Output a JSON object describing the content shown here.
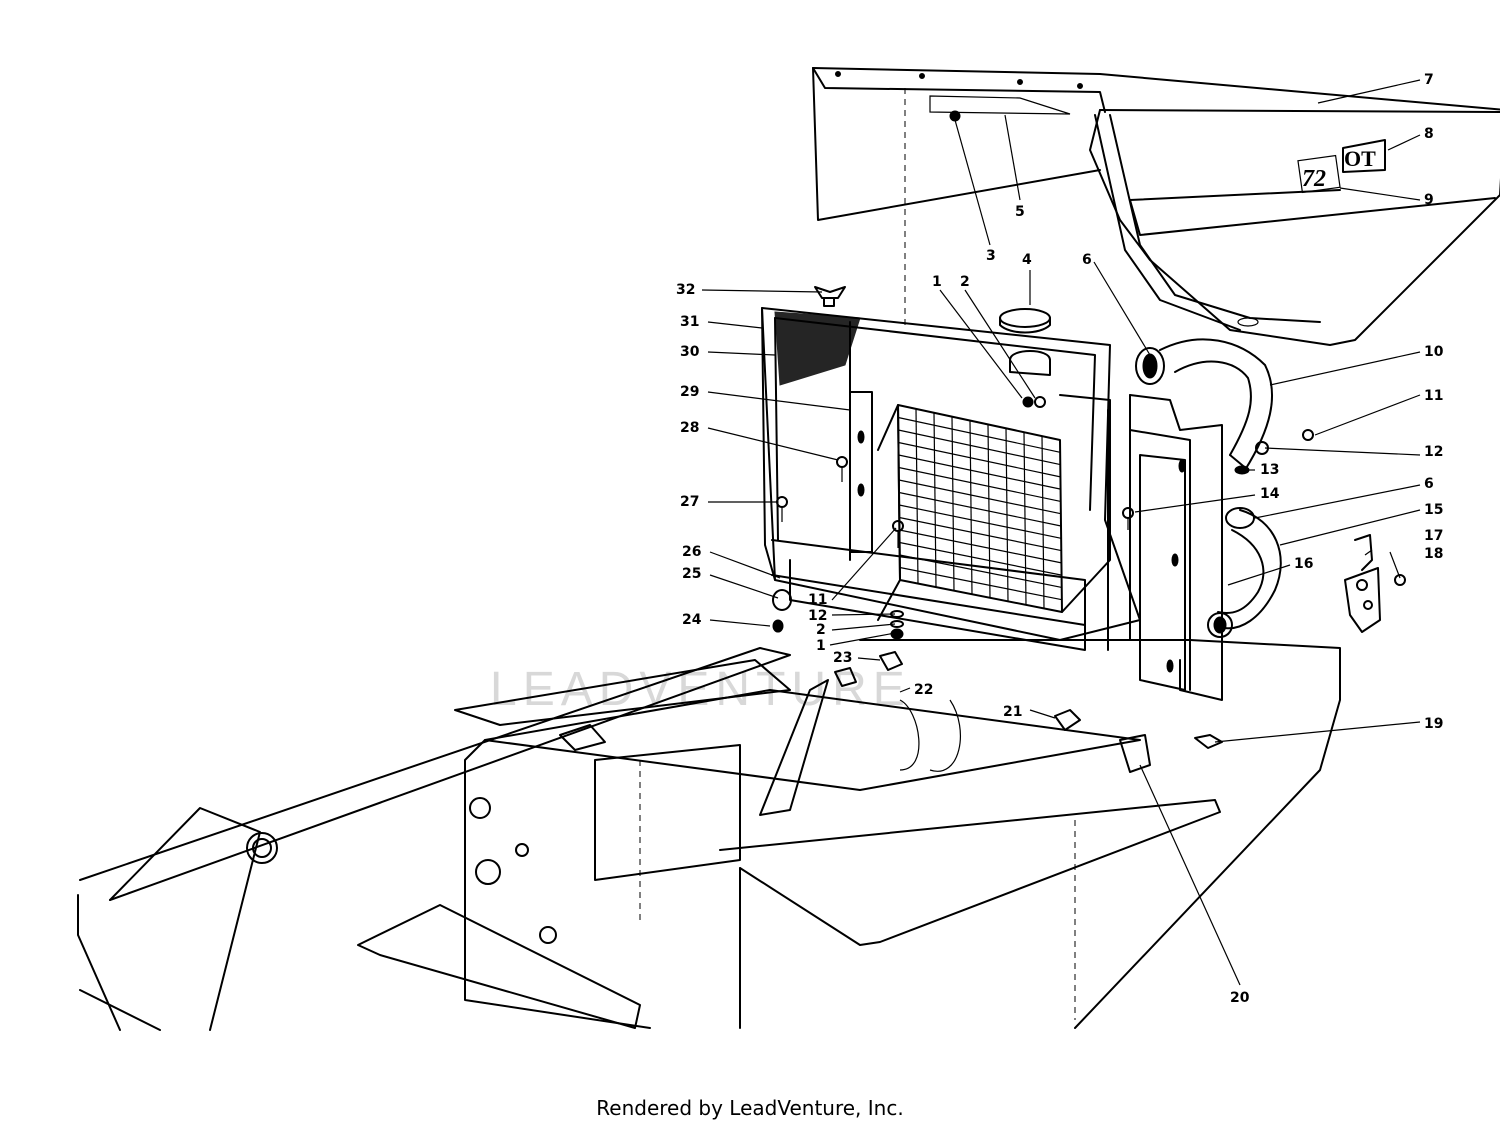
{
  "diagram": {
    "footer": "Rendered by LeadVenture, Inc.",
    "watermark": "LEADVENTURE",
    "hood_badge": "72",
    "hood_emblem": "OT",
    "callouts": [
      "1",
      "2",
      "3",
      "4",
      "5",
      "6",
      "7",
      "8",
      "9",
      "10",
      "11",
      "12",
      "13",
      "14",
      "6",
      "15",
      "16",
      "17",
      "18",
      "19",
      "20",
      "21",
      "22",
      "23",
      "1",
      "2",
      "12",
      "11",
      "24",
      "25",
      "26",
      "27",
      "28",
      "29",
      "30",
      "31",
      "32"
    ]
  }
}
